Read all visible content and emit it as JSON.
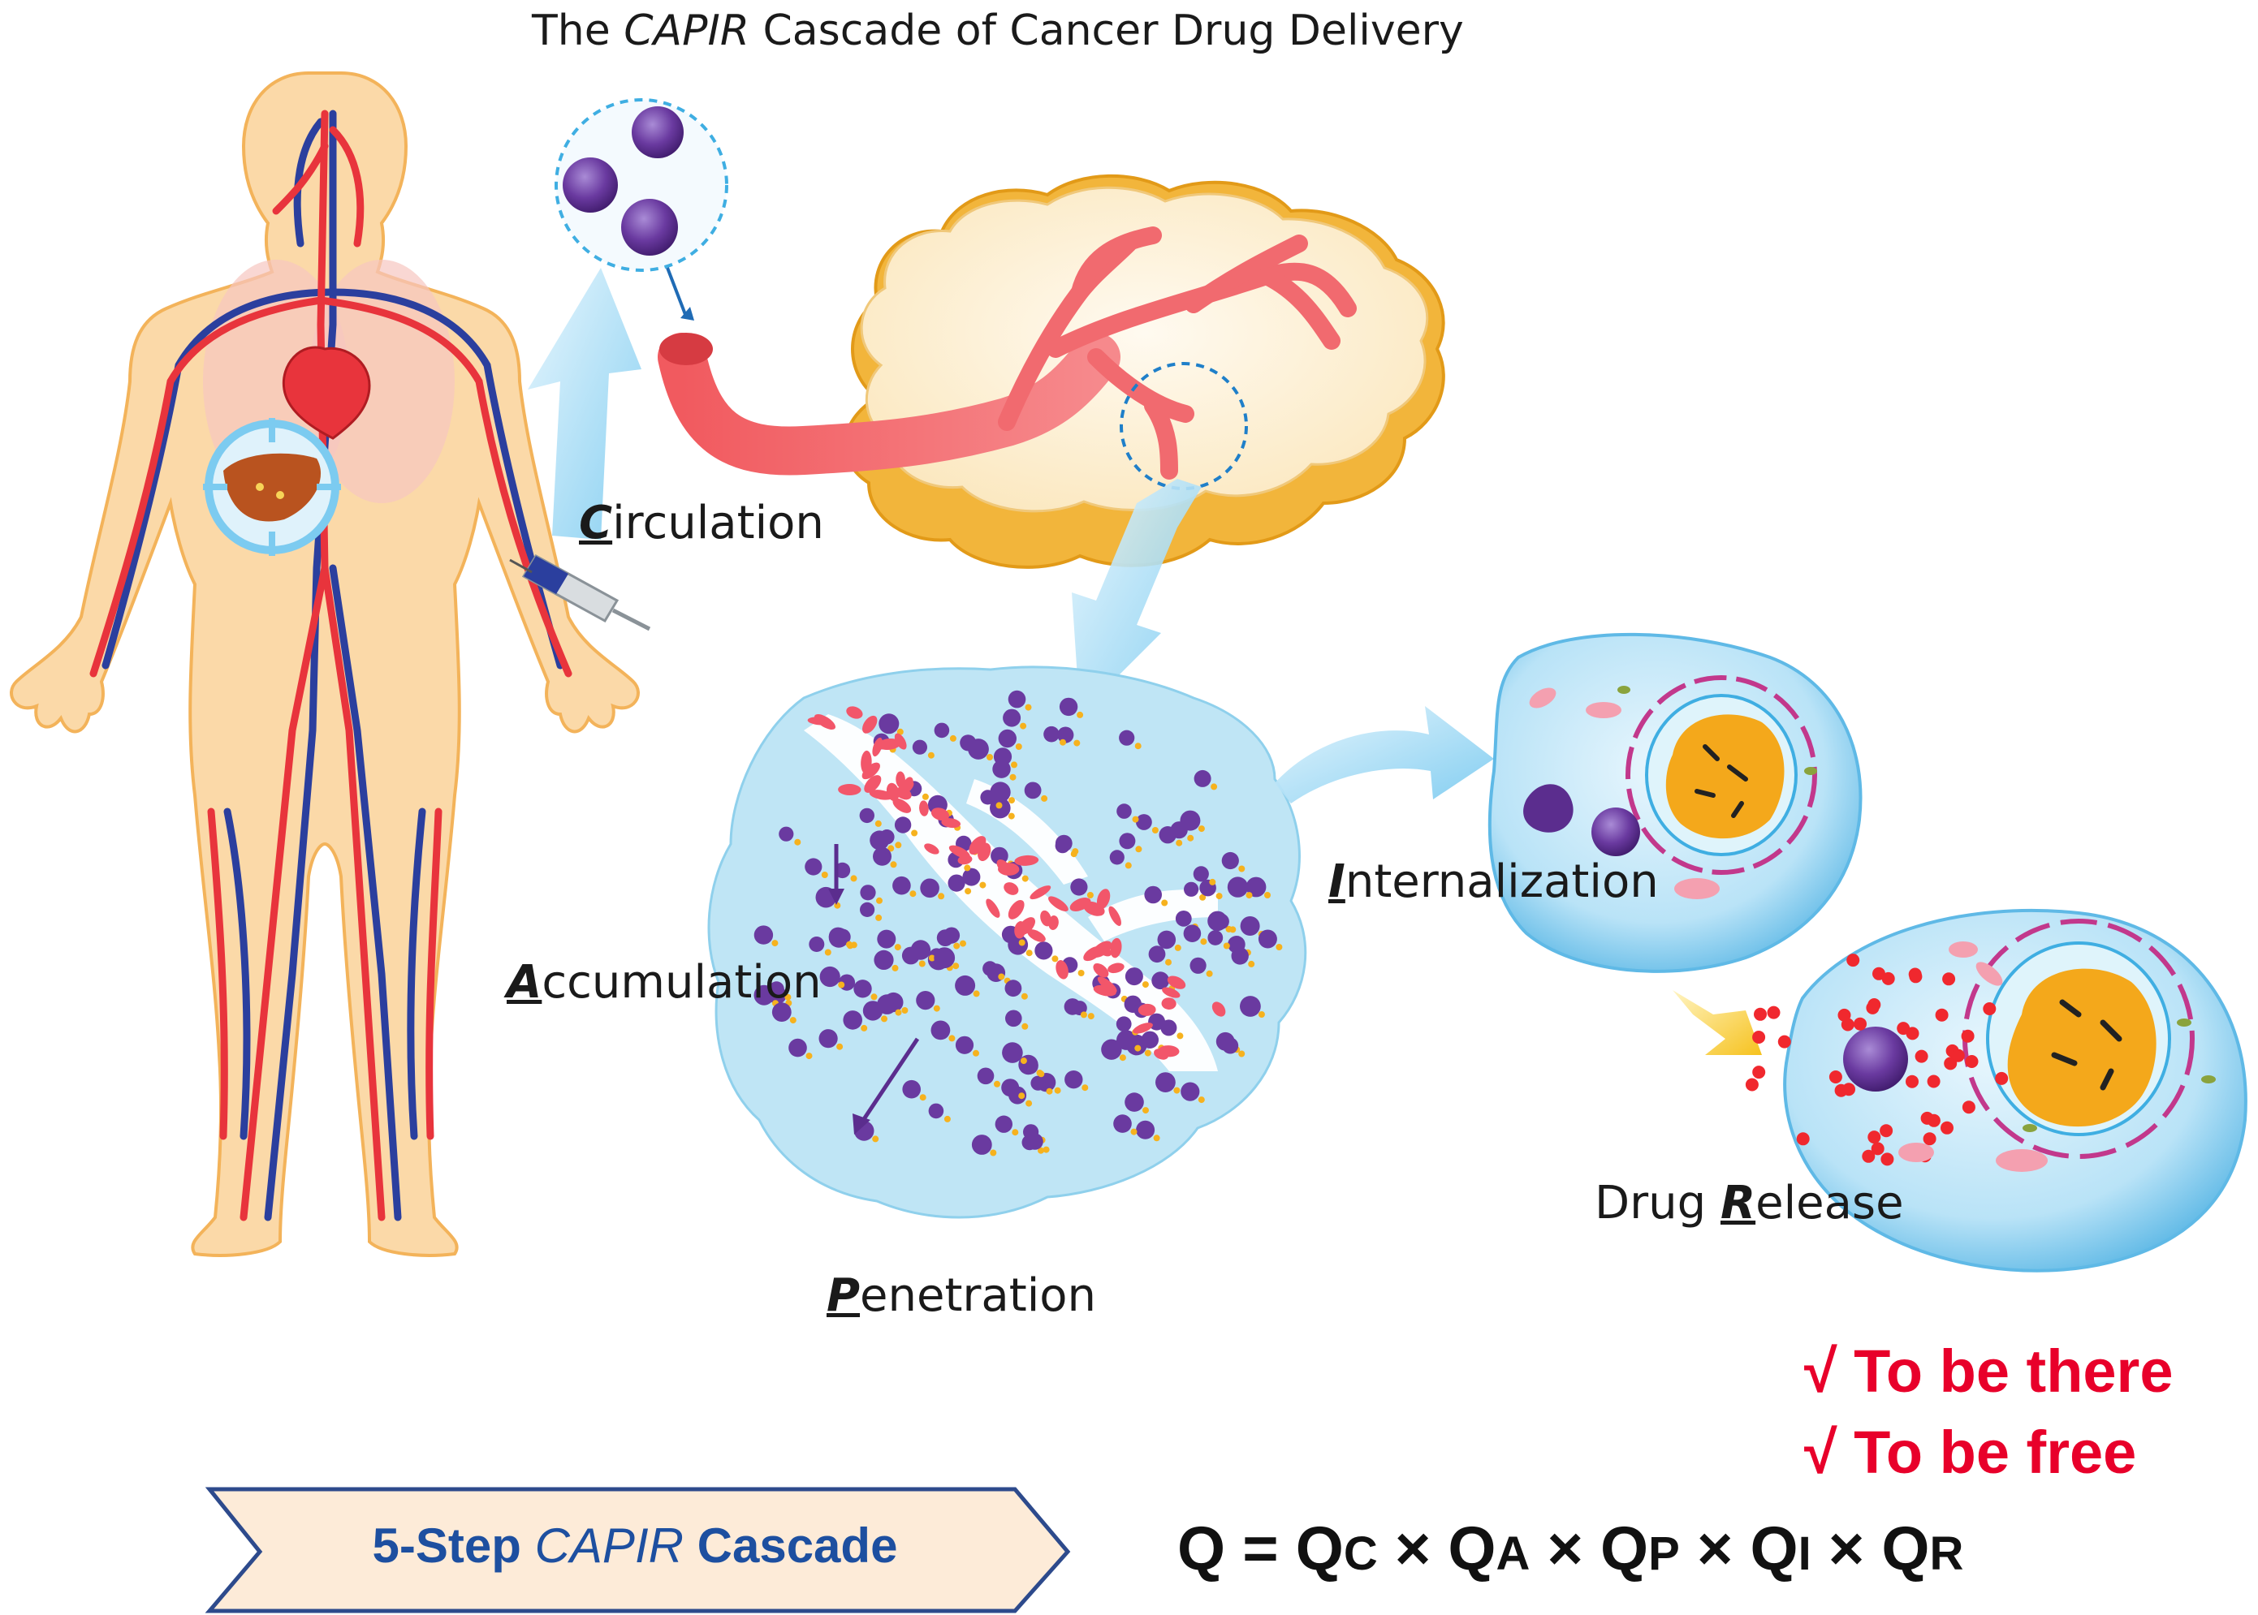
{
  "title": {
    "prefix": "The ",
    "italic": "CAPIR",
    "suffix": " Cascade of Cancer Drug Delivery"
  },
  "steps": {
    "circulation": {
      "lead": "C",
      "rest": "irculation"
    },
    "accumulation": {
      "lead": "A",
      "rest": "ccumulation"
    },
    "penetration": {
      "lead": "P",
      "rest": "enetration"
    },
    "internalization": {
      "lead": "I",
      "rest": "nternalization"
    },
    "release": {
      "prefix": "Drug ",
      "lead": "R",
      "rest": "elease"
    }
  },
  "checks": {
    "line1": "√ To be there",
    "line2": "√ To be free"
  },
  "banner": {
    "prefix": "5-Step ",
    "italic": "CAPIR",
    "suffix": " Cascade"
  },
  "equation": {
    "lhs": "Q = ",
    "terms": [
      {
        "base": "Q",
        "sub": "C"
      },
      {
        "base": "Q",
        "sub": "A"
      },
      {
        "base": "Q",
        "sub": "P"
      },
      {
        "base": "Q",
        "sub": "I"
      },
      {
        "base": "Q",
        "sub": "R"
      }
    ],
    "operator": " × "
  },
  "colors": {
    "artery": "#e8343c",
    "vein": "#2b3f9e",
    "skin": "#fbd9a8",
    "nanoparticle": "#5b2d8e",
    "cell_blue": "#9fd6f2",
    "tumor_cream": "#fdf1d2",
    "tumor_rim": "#f2b53b",
    "nucleus": "#f4a81b",
    "accent_red": "#e8002a",
    "banner_fill": "#fdebd8",
    "banner_border": "#2d4a8c",
    "banner_text": "#1d4fa0"
  }
}
